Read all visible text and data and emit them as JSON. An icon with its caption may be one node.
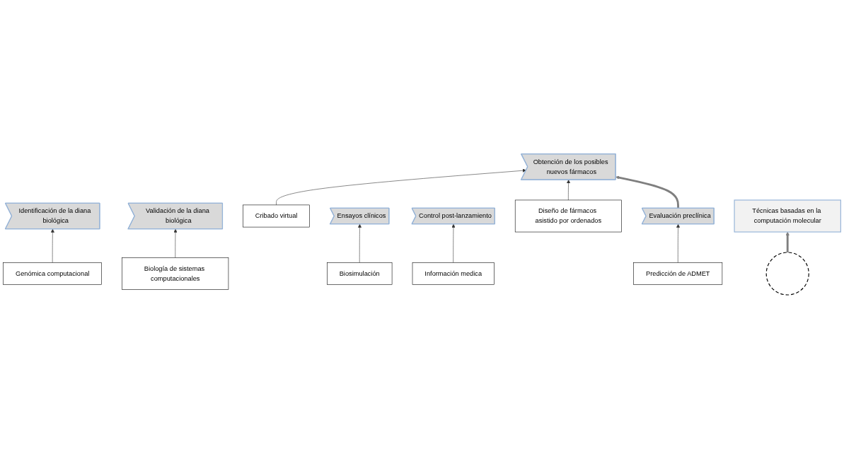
{
  "diagram": {
    "nodes": [
      {
        "text": [
          "Identificación de la diana biológica"
        ]
      },
      {
        "text": [
          "Validación de la diana biológica"
        ]
      },
      {
        "text": [
          "Obtención de los posibles nuevos fármacos"
        ]
      },
      {
        "text": [
          "Evaluación preclínica"
        ]
      },
      {
        "text": [
          "Ensayos clínicos"
        ]
      },
      {
        "text": [
          "Control post-lanzamiento"
        ]
      },
      {
        "text": [
          "Genómica computacional"
        ]
      },
      {
        "text": [
          "Biología de sistemas computacionales"
        ]
      },
      {
        "text": [],
        "shape": "ellipse"
      },
      {
        "text": [
          "Cribado virtual"
        ]
      },
      {
        "text": [
          "Predicción de ADMET"
        ]
      },
      {
        "text": [
          "Diseño de fármacos asistido por ordenados"
        ]
      },
      {
        "text": [
          "Biosimulación"
        ]
      },
      {
        "text": [
          "Información medica"
        ]
      },
      {
        "text": [
          "Técnicas basadas en la computación molecular"
        ]
      }
    ],
    "edges": [
      {
        "from": 6,
        "to": 0,
        "arrow": "to"
      },
      {
        "from": 7,
        "to": 1,
        "arrow": "to"
      },
      {
        "from": 9,
        "to": 2,
        "arrow": "to"
      },
      {
        "from": 11,
        "to": 2,
        "arrow": "to"
      },
      {
        "from": 10,
        "to": 3,
        "arrow": "to"
      },
      {
        "from": 3,
        "to": 2,
        "arrow": "to",
        "style": "thick",
        "color": "#7f7f7f"
      },
      {
        "from": 12,
        "to": 4,
        "arrow": "to"
      },
      {
        "from": 13,
        "to": 5,
        "arrow": "to"
      },
      {
        "from": 8,
        "to": 14,
        "arrow": "to",
        "style": "thick",
        "color": "#7f7f7f"
      }
    ]
  }
}
